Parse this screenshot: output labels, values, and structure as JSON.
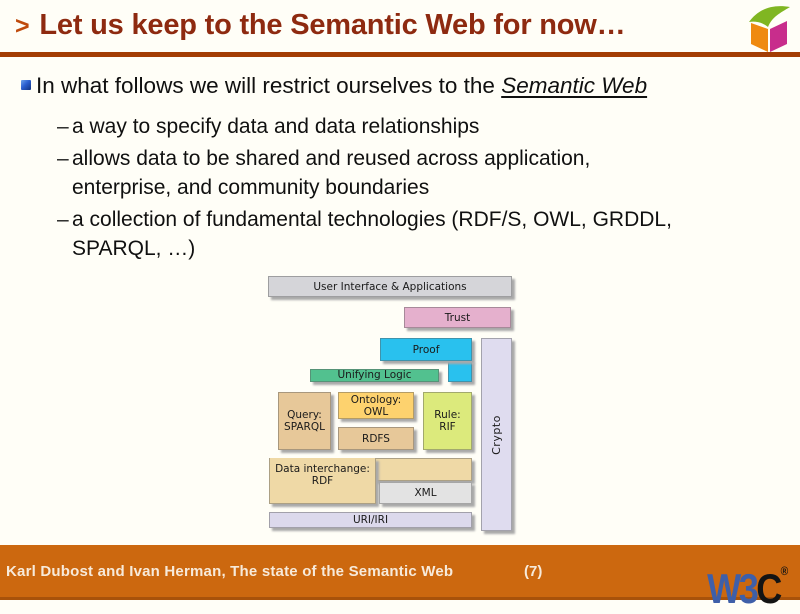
{
  "title": {
    "prefix": ">",
    "text": "Let us keep to the Semantic Web for now…"
  },
  "bullets": {
    "main": {
      "text_before": "In what follows we will restrict ourselves to the ",
      "text_emphasis": "Semantic Web"
    },
    "sub": [
      {
        "text": "a way to specify data and data relationships"
      },
      {
        "text": "allows data to be shared and reused across application,\nenterprise, and community boundaries"
      },
      {
        "text": "a collection of fundamental technologies (RDF/S, OWL, GRDDL,\nSPARQL, …)"
      }
    ]
  },
  "diagram": {
    "uia": "User Interface & Applications",
    "trust": "Trust",
    "proof": "Proof",
    "unifying_logic": "Unifying Logic",
    "query": "Query:\nSPARQL",
    "ontology": "Ontology:\nOWL",
    "rdfs": "RDFS",
    "rule": "Rule:\nRIF",
    "data_interchange": "Data interchange:\nRDF",
    "xml": "XML",
    "uri": "URI/IRI",
    "crypto": "Crypto",
    "colors": {
      "uia": "#d5d5d9",
      "trust": "#e5b0cd",
      "proof": "#29c1ee",
      "unifying_logic": "#52c18f",
      "query": "#e7c899",
      "ontology": "#fdd26e",
      "rdfs": "#e7c899",
      "rule": "#dcea7c",
      "data_interchange": "#efd9a6",
      "xml": "#e3e3e3",
      "uri": "#dcd9ec",
      "crypto": "#dfdcef"
    }
  },
  "footer": {
    "credit": "Karl Dubost and Ivan Herman, The state of the Semantic Web",
    "page": "(7)",
    "logo": {
      "w3": "W3",
      "c": "C",
      "reg": "®"
    }
  },
  "colors": {
    "title_text": "#8e2a10",
    "title_prefix": "#bf4a0c",
    "title_rule": "#a33d04",
    "footer_bg": "#cc680f",
    "footer_text": "#f7eada",
    "w3c_blue": "#3e5fa9",
    "bullet_square_blue": "#2b5fd0",
    "cube_green": "#80b622",
    "cube_orange": "#ef8a10",
    "cube_magenta": "#c82d8c"
  }
}
